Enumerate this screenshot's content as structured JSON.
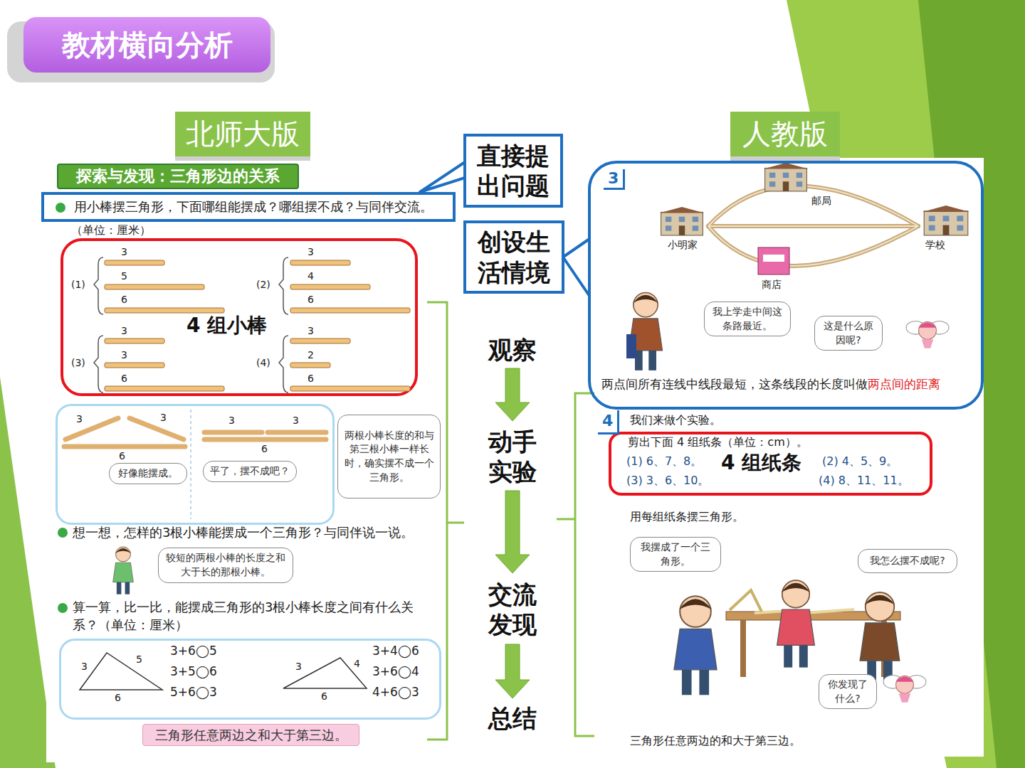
{
  "diagram": {
    "nodes": [
      {
        "text": [
          "教材横向分析"
        ]
      },
      {
        "text": [
          "北师大版"
        ]
      },
      {
        "text": [
          "人教版"
        ]
      },
      {
        "text": [
          "探索与发现：三角形边的关系"
        ]
      },
      {
        "text": [
          "用小棒摆三角形，下面哪组能摆成？哪组摆不成？与同伴交流。"
        ]
      },
      {
        "text": [
          "4 组小棒",
          "(1)",
          "3",
          "5",
          "6",
          "(2)",
          "3",
          "4",
          "6",
          "(3)",
          "3",
          "3",
          "6",
          "(4)",
          "3",
          "2",
          "6"
        ]
      },
      {
        "text": [
          "3",
          "3",
          "6",
          "3",
          "3",
          "6"
        ]
      },
      {
        "text": [
          "好像能摆成。"
        ],
        "in": 6
      },
      {
        "text": [
          "平了，摆不成吧？"
        ],
        "in": 6
      },
      {
        "text": [
          "两根小棒长度的和与第三根小棒一样长时，确实摆不成一个三角形。"
        ]
      },
      {
        "text": [
          "较短的两根小棒的长度之和大于长的那根小棒。"
        ]
      },
      {
        "text": [
          "3",
          "5",
          "6",
          "3",
          "4",
          "6",
          "3+6◯5",
          "3+5◯6",
          "5+6◯3",
          "3+4◯6",
          "3+6◯4",
          "4+6◯3"
        ]
      },
      {
        "text": [
          "三角形任意两边之和大于第三边。"
        ]
      },
      {
        "text": [
          "直接提出问题"
        ]
      },
      {
        "text": [
          "创设生活情境"
        ]
      },
      {
        "text": [
          "观察"
        ]
      },
      {
        "text": [
          "动手实验"
        ]
      },
      {
        "text": [
          "交流发现"
        ]
      },
      {
        "text": [
          "总结"
        ]
      },
      {
        "text": [
          "3",
          "邮局",
          "小明家",
          "学校",
          "商店",
          "两点间所有连线中线段最短，这条线段的长度叫做",
          "两点间的距离"
        ]
      },
      {
        "text": [
          "我上学走中间这条路最近。"
        ],
        "in": 19
      },
      {
        "text": [
          "这是什么原因呢?"
        ],
        "in": 19
      },
      {
        "text": [
          "剪出下面 4 组纸条（单位：cm）。",
          "(1) 6、7、8。",
          "(2) 4、5、9。",
          "(3) 3、6、10。",
          "(4) 8、11、11。",
          "4 组纸条"
        ]
      },
      {
        "text": [
          "我摆成了一个三角形。"
        ]
      },
      {
        "text": [
          "我怎么摆不成呢?"
        ]
      },
      {
        "text": [
          "你发现了什么?"
        ]
      }
    ],
    "edges": [
      {
        "from": 13,
        "to": 4,
        "arrow": "none"
      },
      {
        "from": 14,
        "to": 19,
        "arrow": "none"
      },
      {
        "from": 15,
        "to": 16,
        "arrow": "to"
      },
      {
        "from": 16,
        "to": 17,
        "arrow": "to"
      },
      {
        "from": 17,
        "to": 18,
        "arrow": "to"
      }
    ],
    "labels": [
      "（单位：厘米）",
      "想一想，怎样的3根小棒能摆成一个三角形？与同伴说一说。",
      "算一算，比一比，能摆成三角形的3根小棒长度之间有什么关系？（单位：厘米）",
      "4",
      "我们来做个实验。",
      "用每组纸条摆三角形。",
      "三角形任意两边的和大于第三边。"
    ]
  }
}
